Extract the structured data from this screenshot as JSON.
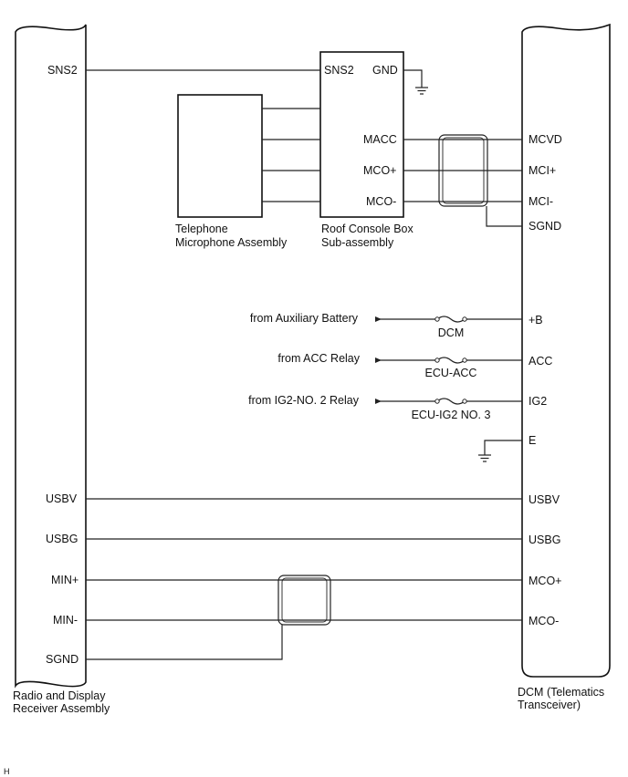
{
  "components": {
    "radio": {
      "line1": "Radio and Display",
      "line2": "Receiver Assembly"
    },
    "dcm": {
      "line1": "DCM (Telematics",
      "line2": "Transceiver)"
    },
    "microphone": {
      "line1": "Telephone",
      "line2": "Microphone Assembly"
    },
    "roof_console": {
      "line1": "Roof Console Box",
      "line2": "Sub-assembly"
    }
  },
  "radio_pins": {
    "sns2": "SNS2",
    "usbv": "USBV",
    "usbg": "USBG",
    "min_plus": "MIN+",
    "min_minus": "MIN-",
    "sgnd": "SGND"
  },
  "roof_pins": {
    "sns2": "SNS2",
    "gnd": "GND",
    "macc": "MACC",
    "mco_plus": "MCO+",
    "mco_minus": "MCO-"
  },
  "dcm_pins": {
    "mcvd": "MCVD",
    "mci_plus": "MCI+",
    "mci_minus": "MCI-",
    "sgnd": "SGND",
    "b_plus": "+B",
    "acc": "ACC",
    "ig2": "IG2",
    "e": "E",
    "usbv": "USBV",
    "usbg": "USBG",
    "mco_plus": "MCO+",
    "mco_minus": "MCO-"
  },
  "power_sources": {
    "aux_battery": "from Auxiliary Battery",
    "acc_relay": "from ACC Relay",
    "ig2_relay": "from IG2-NO. 2 Relay"
  },
  "fuses": {
    "dcm": "DCM",
    "ecu_acc": "ECU-ACC",
    "ecu_ig2": "ECU-IG2 NO. 3"
  },
  "footer": {
    "code": "H"
  }
}
